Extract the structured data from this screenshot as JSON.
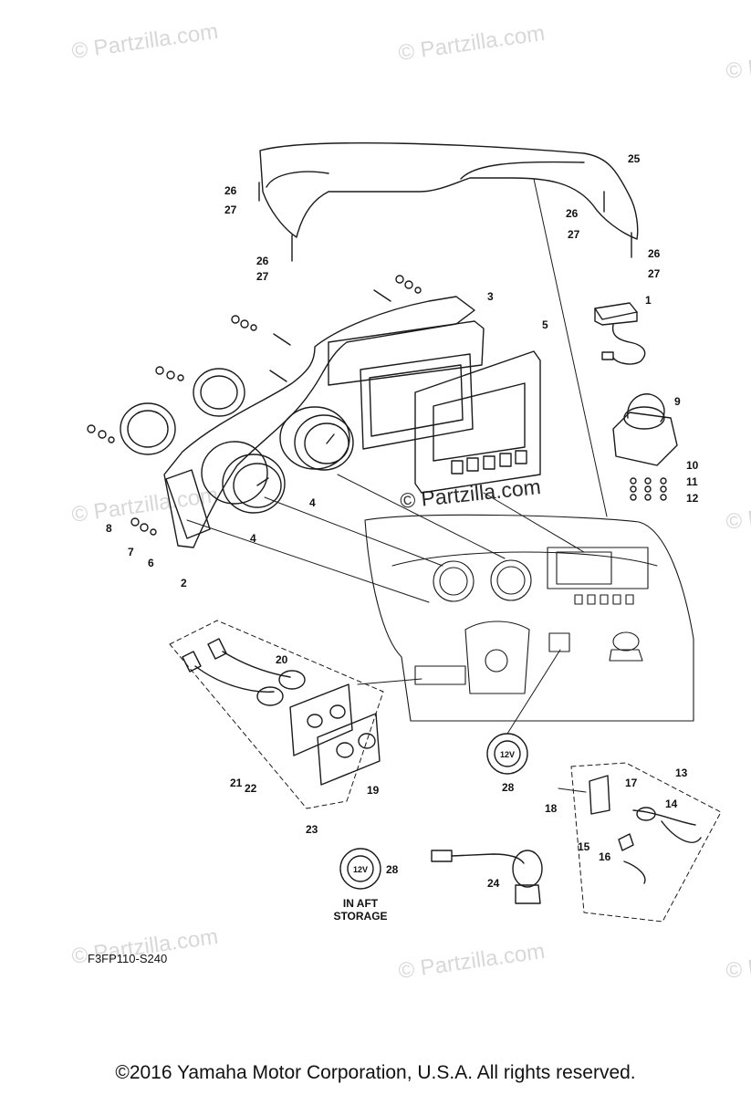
{
  "watermark": "© Partzilla.com",
  "callouts": [
    "1",
    "2",
    "3",
    "4",
    "4",
    "5",
    "6",
    "7",
    "8",
    "9",
    "10",
    "11",
    "12",
    "13",
    "14",
    "15",
    "16",
    "17",
    "18",
    "19",
    "20",
    "21",
    "22",
    "23",
    "24",
    "25",
    "26",
    "27",
    "26",
    "27",
    "26",
    "27",
    "26",
    "27",
    "28",
    "28"
  ],
  "storage_label_line1": "IN AFT",
  "storage_label_line2": "STORAGE",
  "socket_label": "12V",
  "diagram_code": "F3FP110-S240",
  "copyright": "©2016  Yamaha Motor Corporation, U.S.A. All rights reserved."
}
